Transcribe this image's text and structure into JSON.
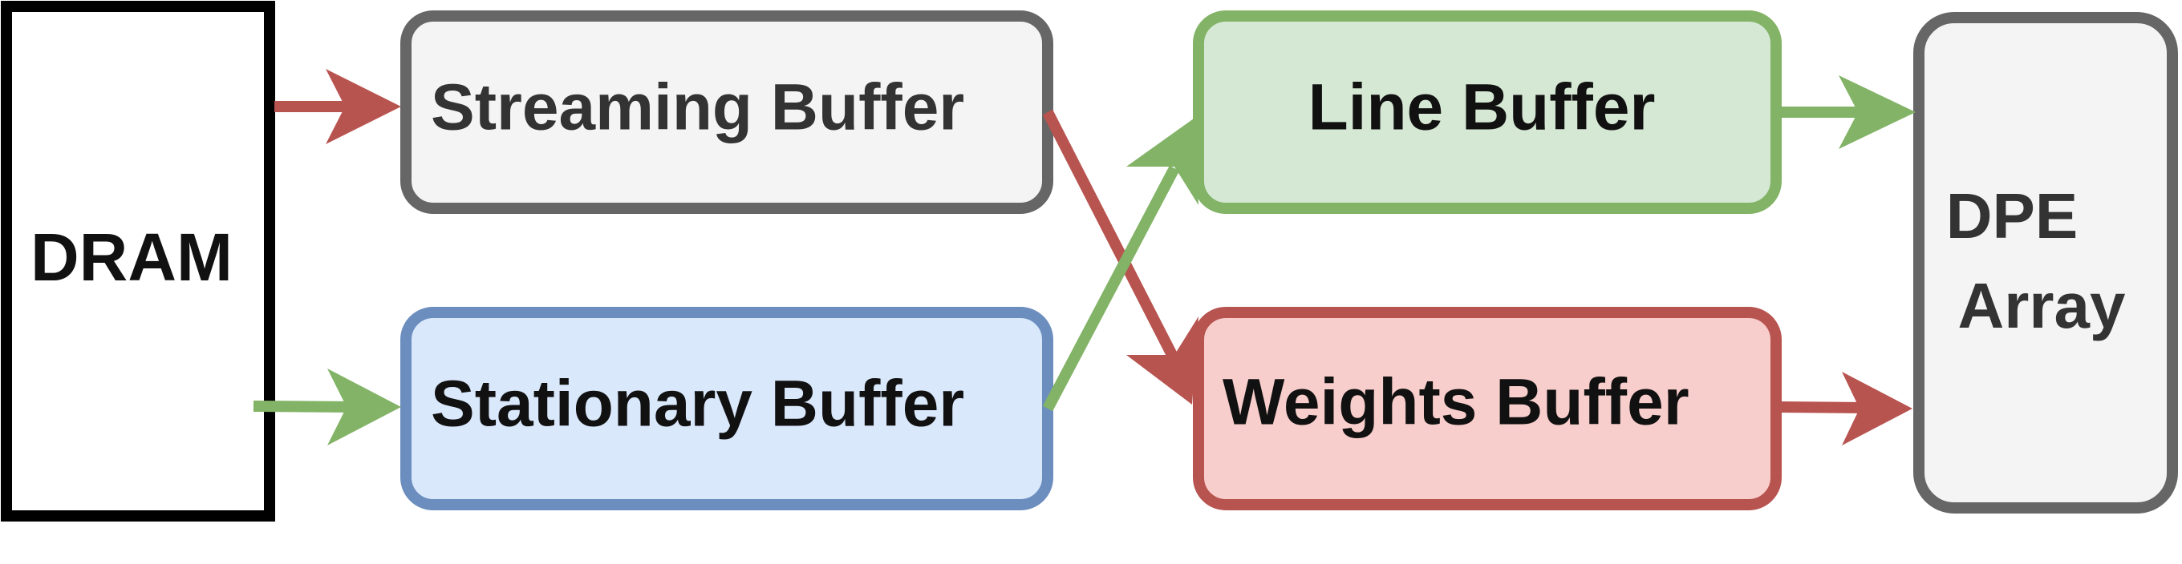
{
  "nodes": {
    "dram": {
      "label": "DRAM",
      "fill": "#ffffff",
      "stroke": "#000000"
    },
    "streaming": {
      "label": "Streaming Buffer",
      "fill": "#f4f4f4",
      "stroke": "#666666",
      "text_color": "#333333"
    },
    "stationary": {
      "label": "Stationary Buffer",
      "fill": "#dae8fc",
      "stroke": "#6c8ebf",
      "text_color": "#111111"
    },
    "line": {
      "label": "Line Buffer",
      "fill": "#d5e8d4",
      "stroke": "#82b366",
      "text_color": "#111111"
    },
    "weights": {
      "label": "Weights Buffer",
      "fill": "#f8cecc",
      "stroke": "#b85450",
      "text_color": "#111111"
    },
    "dpe": {
      "label_line1": "DPE",
      "label_line2": "Array",
      "fill": "#f4f4f4",
      "stroke": "#666666",
      "text_color": "#333333"
    }
  },
  "edges": [
    {
      "from": "DRAM",
      "to": "Streaming Buffer",
      "color": "#b85450"
    },
    {
      "from": "DRAM",
      "to": "Stationary Buffer",
      "color": "#82b366"
    },
    {
      "from": "Streaming Buffer",
      "to": "Weights Buffer",
      "color": "#b85450"
    },
    {
      "from": "Stationary Buffer",
      "to": "Line Buffer",
      "color": "#82b366"
    },
    {
      "from": "Line Buffer",
      "to": "DPE Array",
      "color": "#82b366"
    },
    {
      "from": "Weights Buffer",
      "to": "DPE Array",
      "color": "#b85450"
    }
  ]
}
